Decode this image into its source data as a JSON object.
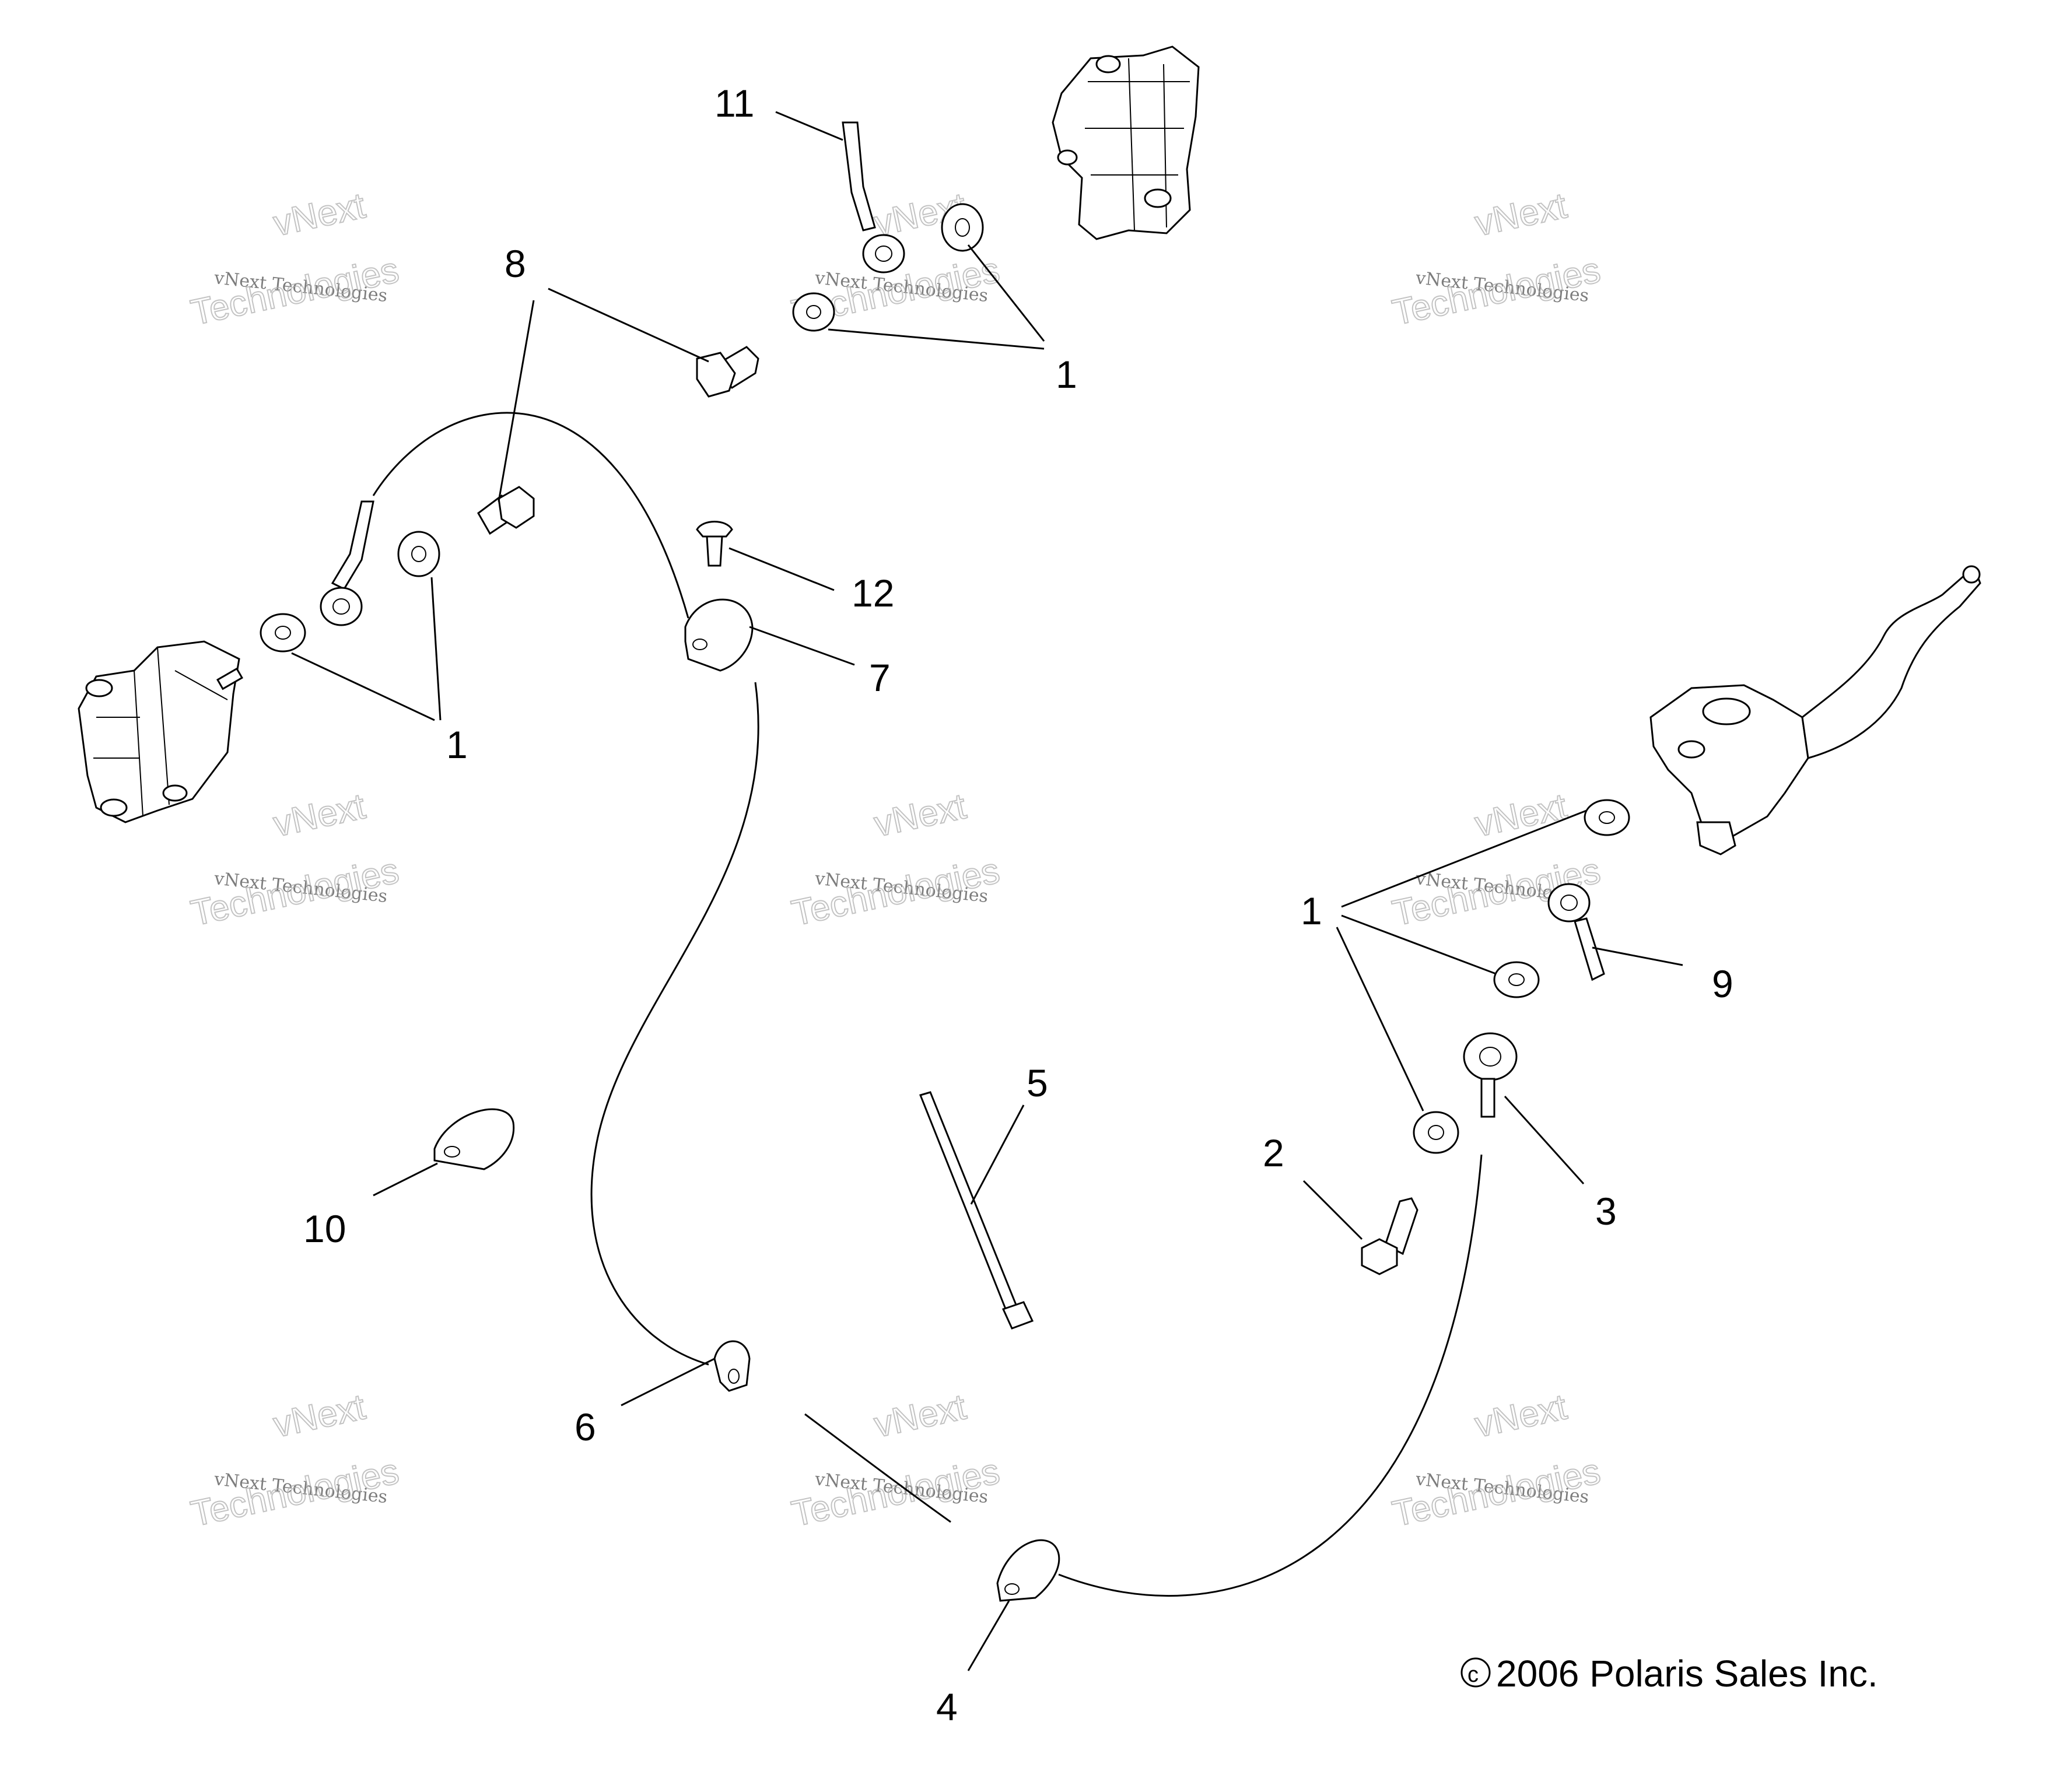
{
  "callouts": {
    "c1a": "1",
    "c1b": "1",
    "c1c": "1",
    "c2": "2",
    "c3": "3",
    "c4": "4",
    "c5": "5",
    "c6": "6",
    "c7": "7",
    "c8": "8",
    "c9": "9",
    "c10": "10",
    "c11": "11",
    "c12": "12"
  },
  "copyright": "2006 Polaris Sales Inc.",
  "copyright_symbol": "c",
  "watermark": {
    "line1": "vNext Technologies",
    "line2": "Technologies",
    "line3": "vNext"
  }
}
